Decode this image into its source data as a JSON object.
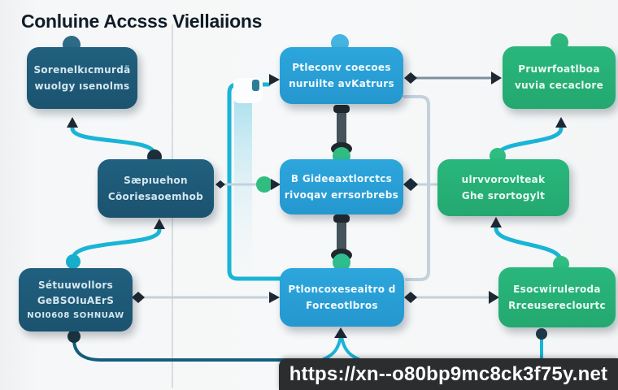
{
  "title": "Conluine Accsss Viellaiions",
  "url_bar": {
    "url": "https://xn--o80bp9mc8ck3f75y.net"
  },
  "nodes": {
    "top_left": {
      "line1": "Sorenelkıcmurdä",
      "line2": "wuolgy ısenolms"
    },
    "mid_left": {
      "line1": "Sæpıuehon",
      "line2": "Cöoriesaoemhob"
    },
    "bottom_left": {
      "line1": "Sétuuwollors",
      "line2": "GeBSOIuAErS",
      "line3": "NOI0608 SOHNUAW"
    },
    "top_center": {
      "line1": "Ptleconv coecoes",
      "line2": "nuruilte avKatrurs"
    },
    "mid_center": {
      "line1": "B Gideeaxtlorctcs",
      "line2": "rivoqav errsorbrebs"
    },
    "bottom_center": {
      "line1": "Ptloncoxeseaitro d",
      "line2": "Forceotlbros"
    },
    "top_right": {
      "line1": "Pruwrfoatlboa",
      "line2": "vuvia cecaclore"
    },
    "mid_right": {
      "line1": "ulrvvorovlteak",
      "line2": "Ghe srortogylt"
    },
    "bottom_right": {
      "line1": "Esocwiruleroda",
      "line2": "Rrceusereclourtc"
    }
  },
  "colors": {
    "background": "#f5f7f8",
    "dark_box": "#1d5879",
    "blue_box": "#2aa2d8",
    "green_box": "#27b47a",
    "cyan_line": "#19b4d6",
    "dark_bottom_line": "#135d7e",
    "light_line": "#c3d1dc",
    "green_dot": "#2fbd82",
    "arrow_dark": "#1d2833",
    "url_bar_bg": "#2b2d2e",
    "title_text": "#101c27"
  }
}
